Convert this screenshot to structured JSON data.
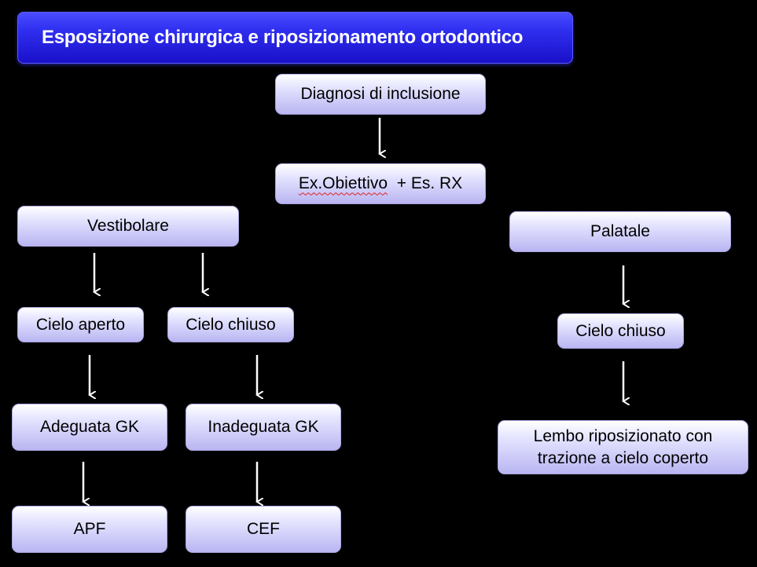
{
  "title": "Esposizione chirurgica e riposizionamento ortodontico",
  "nodes": {
    "diagnosi": "Diagnosi di inclusione",
    "esame_part1": "Ex.Obiettivo",
    "esame_part2": "  + Es. RX",
    "vestibolare": "Vestibolare",
    "palatale": "Palatale",
    "cielo_aperto": "Cielo aperto",
    "cielo_chiuso_vest": "Cielo chiuso",
    "cielo_chiuso_pal": "Cielo chiuso",
    "adeguata_gk": "Adeguata GK",
    "inadeguata_gk": "Inadeguata GK",
    "lembo": "Lembo riposizionato con trazione a cielo coperto",
    "apf": "APF",
    "cef": "CEF"
  },
  "colors": {
    "background": "#000000",
    "title_fill": "#2f2ff0",
    "node_fill_top": "#ffffff",
    "node_fill_bottom": "#b9b5f2",
    "arrow": "#ffffff"
  }
}
